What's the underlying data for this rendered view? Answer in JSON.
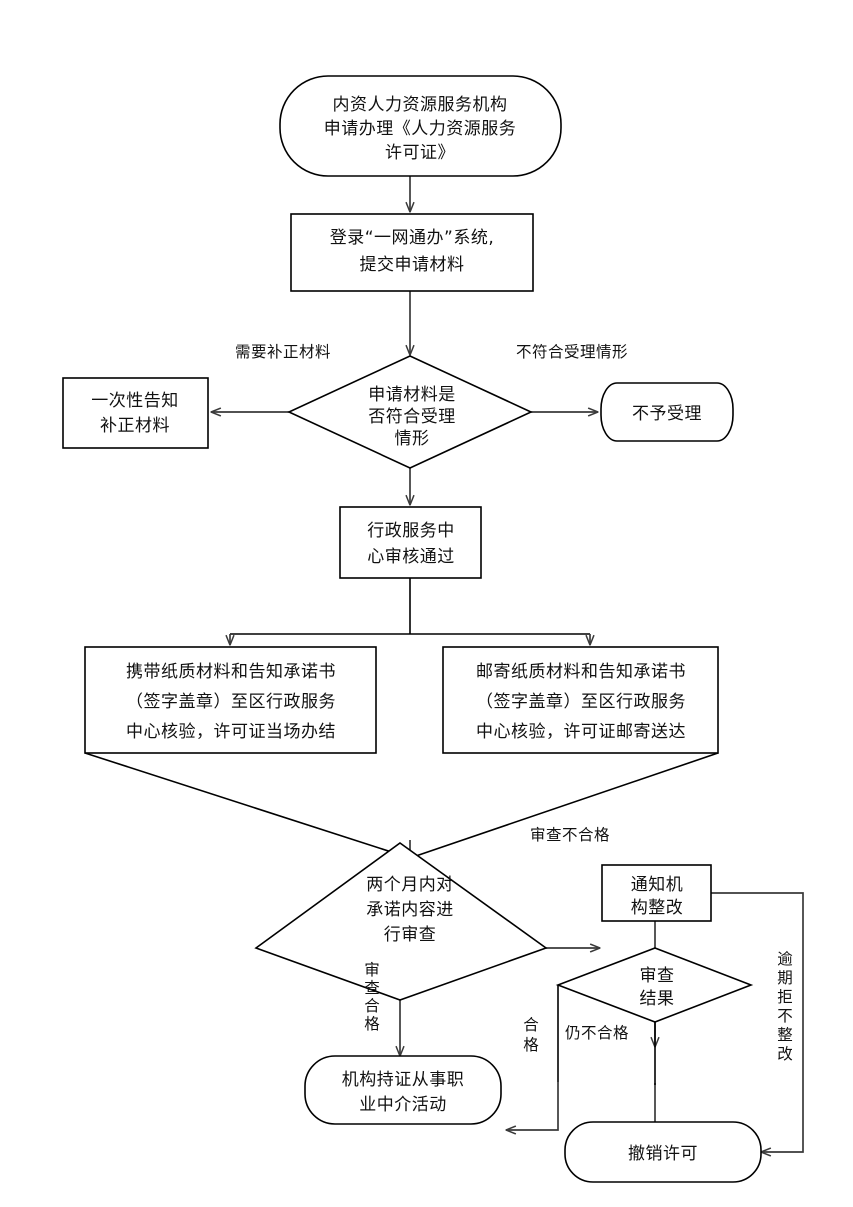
{
  "diagram": {
    "type": "flowchart",
    "title_visible": false,
    "colors": {
      "background": "#ffffff",
      "shape_stroke": "#000000",
      "shape_fill": "#ffffff",
      "connector_stroke": "#3a3a3a",
      "text": "#111111"
    },
    "nodes": [
      {
        "id": "start",
        "shape": "stadium",
        "lines": [
          "内资人力资源服务机构",
          "申请办理《人力资源服务",
          "许可证》"
        ]
      },
      {
        "id": "login",
        "shape": "rectangle",
        "lines": [
          "登录“一网通办”系统,",
          "提交申请材料"
        ]
      },
      {
        "id": "check-accept",
        "shape": "diamond",
        "lines": [
          "申请材料是",
          "否符合受理",
          "情形"
        ]
      },
      {
        "id": "notify-correction",
        "shape": "rectangle",
        "lines": [
          "一次性告知",
          "补正材料"
        ]
      },
      {
        "id": "reject-accept",
        "shape": "rounded",
        "lines": [
          "不予受理"
        ]
      },
      {
        "id": "center-approved",
        "shape": "rectangle",
        "lines": [
          "行政服务中",
          "心审核通过"
        ]
      },
      {
        "id": "bring-paper",
        "shape": "rectangle",
        "lines": [
          "携带纸质材料和告知承诺书",
          "（签字盖章）至区行政服务",
          "中心核验，许可证当场办结"
        ]
      },
      {
        "id": "mail-paper",
        "shape": "rectangle",
        "lines": [
          "邮寄纸质材料和告知承诺书",
          "（签字盖章）至区行政服务",
          "中心核验，许可证邮寄送达"
        ]
      },
      {
        "id": "two-month-review",
        "shape": "diamond",
        "lines": [
          "两个月内对",
          "承诺内容进",
          "行审查"
        ]
      },
      {
        "id": "notify-rectify",
        "shape": "rectangle",
        "lines": [
          "通知机",
          "构整改"
        ]
      },
      {
        "id": "review-result",
        "shape": "diamond",
        "lines": [
          "审查",
          "结果"
        ]
      },
      {
        "id": "licensed-operation",
        "shape": "stadium",
        "lines": [
          "机构持证从事职",
          "业中介活动"
        ]
      },
      {
        "id": "revoke-license",
        "shape": "stadium",
        "lines": [
          "撤销许可"
        ]
      }
    ],
    "edge_labels": [
      {
        "id": "need-correction",
        "text": "需要补正材料",
        "orientation": "horizontal"
      },
      {
        "id": "not-meeting-acceptance",
        "text": "不符合受理情形",
        "orientation": "horizontal"
      },
      {
        "id": "review-failed",
        "text": "审查不合格",
        "orientation": "horizontal"
      },
      {
        "id": "review-passed",
        "text": "审查合格",
        "orientation": "vertical",
        "chars": [
          "审",
          "查",
          "合",
          "格"
        ]
      },
      {
        "id": "qualified",
        "text": "合格",
        "orientation": "vertical",
        "chars": [
          "合",
          "格"
        ]
      },
      {
        "id": "still-unqualified",
        "text": "仍不合格",
        "orientation": "horizontal"
      },
      {
        "id": "overdue-refuse-rectify",
        "text": "逾期拒不整改",
        "orientation": "vertical",
        "chars": [
          "逾",
          "期",
          "拒",
          "不",
          "整",
          "改"
        ]
      }
    ]
  }
}
